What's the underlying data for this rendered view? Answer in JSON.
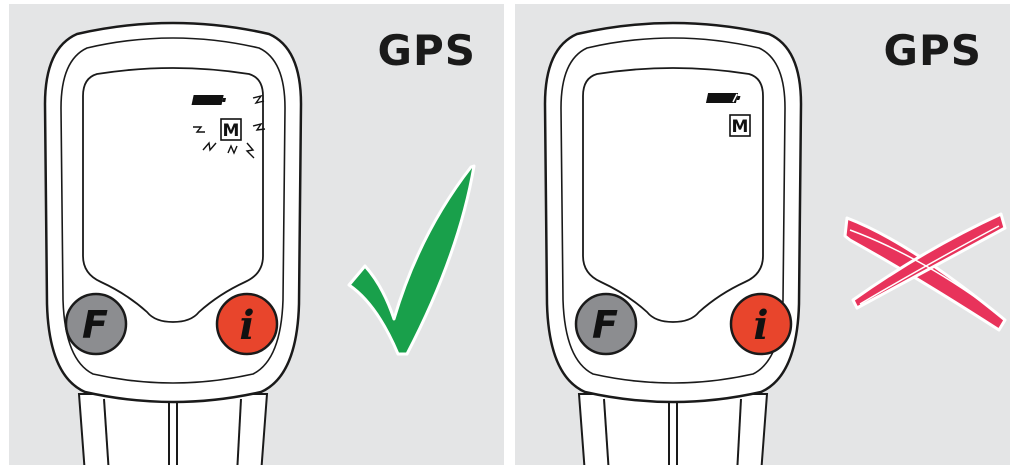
{
  "panels": [
    {
      "title": "GPS",
      "mode_letter": "M",
      "left_button": "F",
      "right_button": "i",
      "indicator_state": "blinking",
      "verdict": "correct",
      "verdict_icon": "checkmark-icon",
      "verdict_color": "#19a04b"
    },
    {
      "title": "GPS",
      "mode_letter": "M",
      "left_button": "F",
      "right_button": "i",
      "indicator_state": "steady",
      "verdict": "incorrect",
      "verdict_icon": "cross-icon",
      "verdict_color": "#e8335b"
    }
  ],
  "colors": {
    "panel_bg": "#e4e5e6",
    "device_body": "#ffffff",
    "outline": "#1a1a1a",
    "f_button": "#8c8d90",
    "i_button": "#e8452c"
  }
}
